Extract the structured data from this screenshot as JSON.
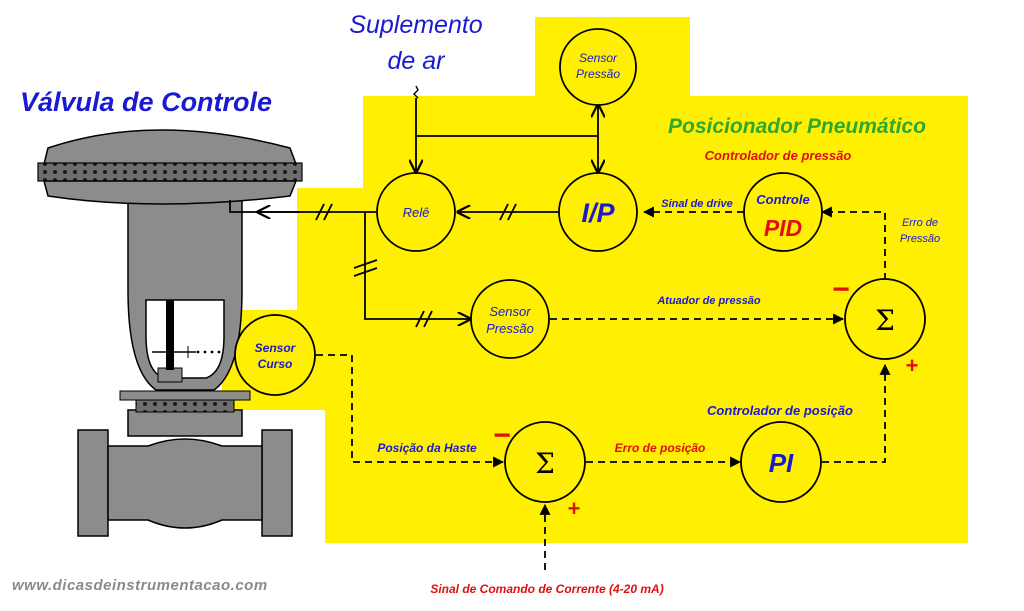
{
  "title": "Válvula de Controle",
  "air_supply": {
    "line1": "Suplemento",
    "line2": "de ar"
  },
  "positioner_title": "Posicionador Pneumático",
  "pressure_controller_title": "Controlador de pressão",
  "position_controller_title": "Controlador de posição",
  "nodes": {
    "sensor_pressao_top": {
      "line1": "Sensor",
      "line2": "Pressão"
    },
    "rele": "Relê",
    "ip": "I/P",
    "pid": {
      "line1": "Controle",
      "line2": "PID"
    },
    "sensor_pressao_mid": {
      "line1": "Sensor",
      "line2": "Pressão"
    },
    "sigma_pressure": "Σ",
    "sensor_curso": {
      "line1": "Sensor",
      "line2": "Curso"
    },
    "sigma_position": "Σ",
    "pi": "PI"
  },
  "signals": {
    "drive": "Sinal de drive",
    "erro_pressao": {
      "line1": "Erro de",
      "line2": "Pressão"
    },
    "atuador": "Atuador de pressão",
    "posicao_haste": "Posição da Haste",
    "erro_posicao": "Erro de posição",
    "comando": "Sinal de Comando de Corrente (4-20 mA)"
  },
  "signs": {
    "minus": "−",
    "plus": "+"
  },
  "website": "www.dicasdeinstrumentacao.com",
  "colors": {
    "yellow": "#ffef00",
    "blue": "#1a1ad0",
    "red": "#e01010",
    "green": "#2fa82f",
    "valve_gray": "#8c8c8c"
  }
}
